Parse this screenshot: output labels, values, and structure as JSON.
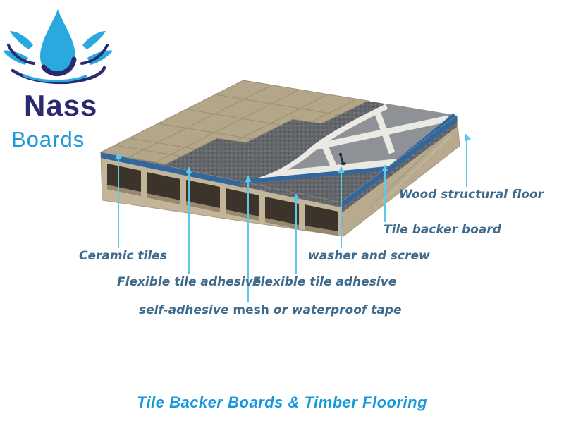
{
  "brand": {
    "name": "Nass",
    "sub": "Boards"
  },
  "diagram": {
    "labels": {
      "ceramic_tiles": "Ceramic tiles",
      "flexible_tile_adhesive_left": "Flexible tile adhesive",
      "flexible_tile_adhesive_right": "Flexible tile adhesive",
      "washer_and_screw": "washer and screw",
      "tile_backer_board": "Tile backer board",
      "wood_structural_floor": "Wood structural floor",
      "mesh_tape_parts": [
        "self-adhesive ",
        "mesh ",
        "or waterproof tape"
      ]
    }
  },
  "footer": {
    "title": "Tile Backer Boards & Timber Flooring"
  },
  "colors": {
    "leader_line": "#5fc7e8",
    "label_text": "#3e6b8d",
    "title_text": "#1798da",
    "brand_navy": "#2b2a6e",
    "brand_blue": "#2095d8",
    "board_blue_edge": "#32679d",
    "drop_blue": "#2aa9e0"
  }
}
